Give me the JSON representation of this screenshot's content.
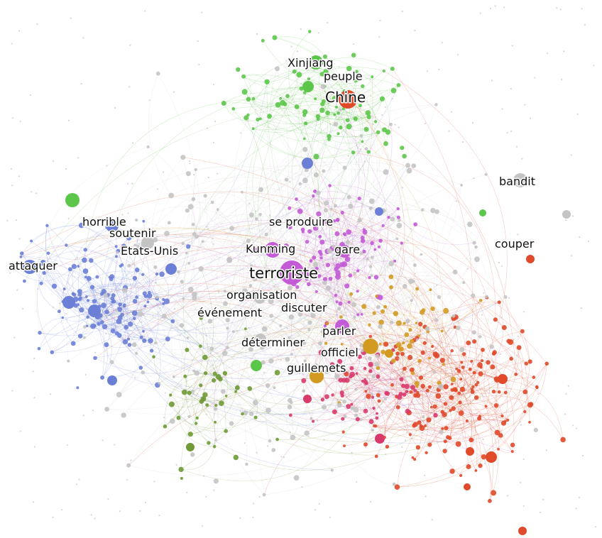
{
  "graph": {
    "labels": {
      "xinjiang": "Xinjiang",
      "peuple": "peuple",
      "chine": "Chine",
      "bandit": "bandit",
      "horrible": "horrible",
      "soutenir": "soutenir",
      "etats_unis": "Etats-Unis",
      "se_produire": "se produire",
      "kunming": "Kunming",
      "gare": "gare",
      "couper": "couper",
      "attaquer": "attaquer",
      "terroriste": "terroriste",
      "organisation": "organisation",
      "evenement": "événement",
      "discuter": "discuter",
      "parler": "parler",
      "determiner": "déterminer",
      "officiel": "officiel",
      "guillemets": "guillemets"
    },
    "community_colors": {
      "green": "#5cc64a",
      "red": "#e0492a",
      "blue": "#6b7fd7",
      "magenta": "#c35ad6",
      "pink": "#d83a6c",
      "orange": "#d39a22",
      "grey": "#c4c4c4",
      "olive": "#6f9a35"
    }
  }
}
